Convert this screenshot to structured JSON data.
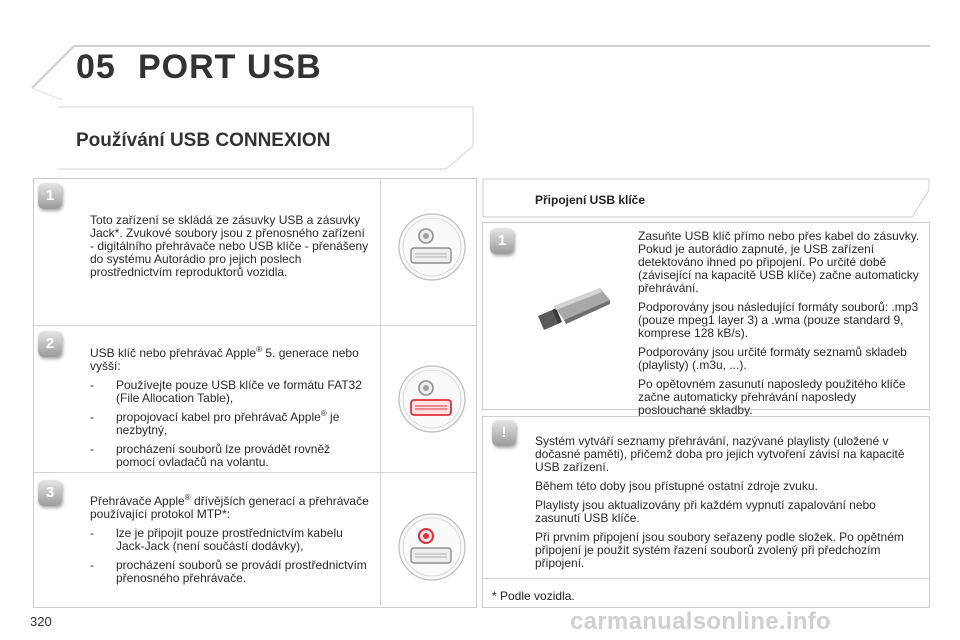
{
  "header": {
    "chapter_number": "05",
    "chapter_title": "PORT USB"
  },
  "section_title": "Používání USB CONNEXION",
  "left": {
    "blocks": [
      {
        "badge": "1",
        "paragraph": "Toto zařízení se skládá ze zásuvky USB a zásuvky Jack*. Zvukové soubory jsou z přenosného zařízení - digitálního přehrávače nebo USB klíče - přenášeny do systému Autorádio pro jejich poslech prostřednictvím reproduktorů vozidla."
      },
      {
        "badge": "2",
        "intro_before_sup": "USB klíč nebo přehrávač Apple",
        "sup": "®",
        "intro_after_sup": " 5. generace nebo vyšší:",
        "bullets": [
          {
            "dash": "-",
            "text": "Používejte pouze USB klíče ve formátu FAT32 (File Allocation Table),"
          },
          {
            "dash": "-",
            "text_before_sup": "propojovací kabel pro přehrávač Apple",
            "sup": "®",
            "text_after_sup": " je nezbytný,"
          },
          {
            "dash": "-",
            "text": "procházení souborů lze provádět rovněž pomocí ovladačů na volantu."
          }
        ]
      },
      {
        "badge": "3",
        "intro_before_sup": "Přehrávače Apple",
        "sup": "®",
        "intro_after_sup": " dřívějších generací a přehrávače používající protokol MTP*:",
        "bullets": [
          {
            "dash": "-",
            "text": "lze je připojit pouze prostřednictvím kabelu Jack-Jack (není součástí dodávky),"
          },
          {
            "dash": "-",
            "text": "procházení souborů se provádí prostřednictvím přenosného přehrávače."
          }
        ]
      }
    ]
  },
  "right": {
    "sub_title": "Připojení USB klíče",
    "step": {
      "badge": "1",
      "paragraphs": [
        "Zasuňte USB klíč přímo nebo přes kabel do zásuvky. Pokud je autorádio zapnuté, je USB zařízení detektováno ihned po připojení. Po určité době (závisející na kapacitě USB klíče) začne automaticky přehrávání.",
        "Podporovány jsou následující formáty souborů: .mp3 (pouze mpeg1 layer 3) a .wma (pouze standard 9, komprese 128 kB/s).",
        "Podporovány jsou určité formáty seznamů skladeb (playlisty) (.m3u, ...).",
        "Po opětovném zasunutí naposledy použitého klíče začne automaticky přehrávání naposledy poslouchané skladby."
      ]
    },
    "warning": {
      "badge": "!",
      "paragraphs": [
        "Systém vytváří seznamy přehrávání, nazývané playlisty (uložené v dočasné paměti), přičemž doba pro jejich vytvoření závisí na kapacitě USB zařízení.",
        "Během této doby jsou přístupné ostatní zdroje zvuku.",
        "Playlisty jsou aktualizovány při každém vypnutí zapalování nebo zasunutí USB klíče.",
        "Při prvním připojení jsou soubory seřazeny podle složek. Po opětném připojení je použit systém řazení souborů zvolený při předchozím připojení."
      ]
    },
    "footnote": "* Podle vozidla."
  },
  "footer": {
    "page_number": "320",
    "watermark": "carmanualsonline.info"
  },
  "colors": {
    "accent_red": "#e0303a",
    "panel_border": "#cfcfcf"
  },
  "icons": [
    "usb-port-icon",
    "usb-port-highlighted-icon",
    "usb-stick-icon",
    "warning-icon"
  ]
}
